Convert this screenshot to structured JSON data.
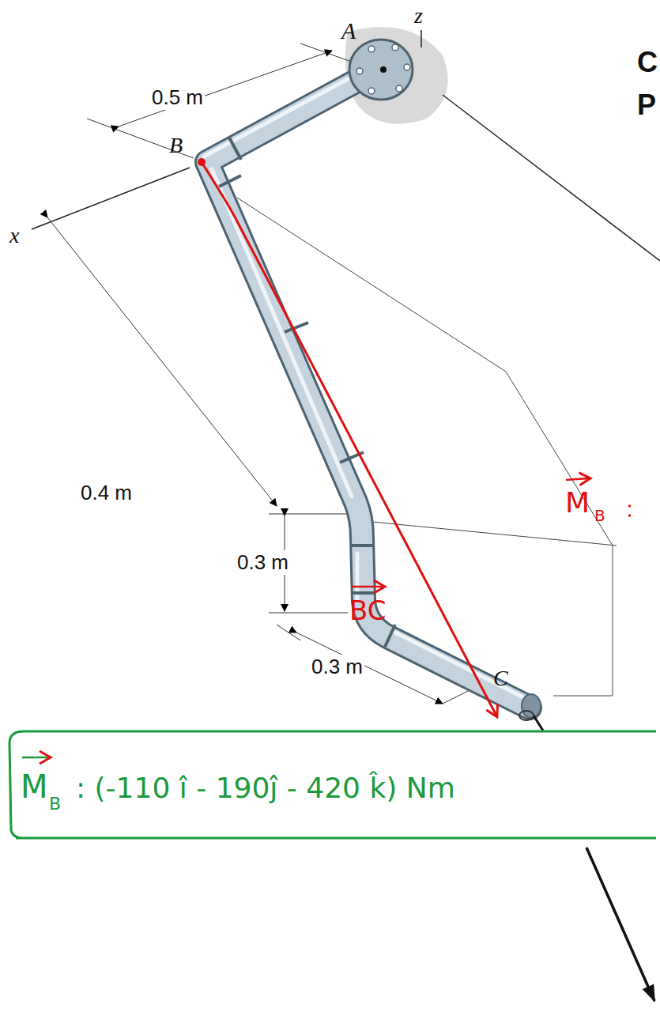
{
  "diagram": {
    "labels": [
      "z",
      "C",
      "P",
      "A",
      "0.5 m",
      "B",
      "x",
      "0.4 m",
      "0.3 m",
      "0.3 m",
      "C",
      "BC",
      "M",
      "B",
      "M",
      "B",
      ": (-110 î - 190ĵ - 420 k̂) Nm"
    ]
  }
}
